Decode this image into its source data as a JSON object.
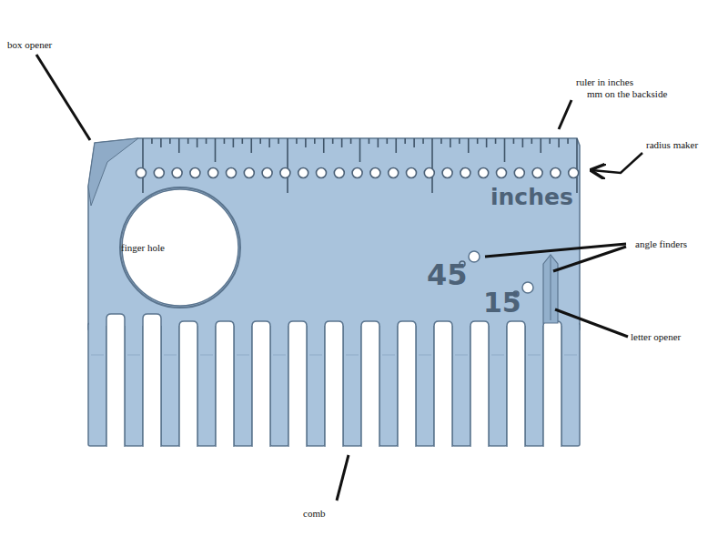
{
  "diagram": {
    "nodes": [
      {
        "text": [
          "finger hole"
        ]
      }
    ],
    "labels": [
      "box opener",
      "ruler in inches",
      "mm on the backside",
      "radius maker",
      "inches",
      "angle finders",
      "45",
      "15",
      "letter opener",
      "comb"
    ]
  }
}
